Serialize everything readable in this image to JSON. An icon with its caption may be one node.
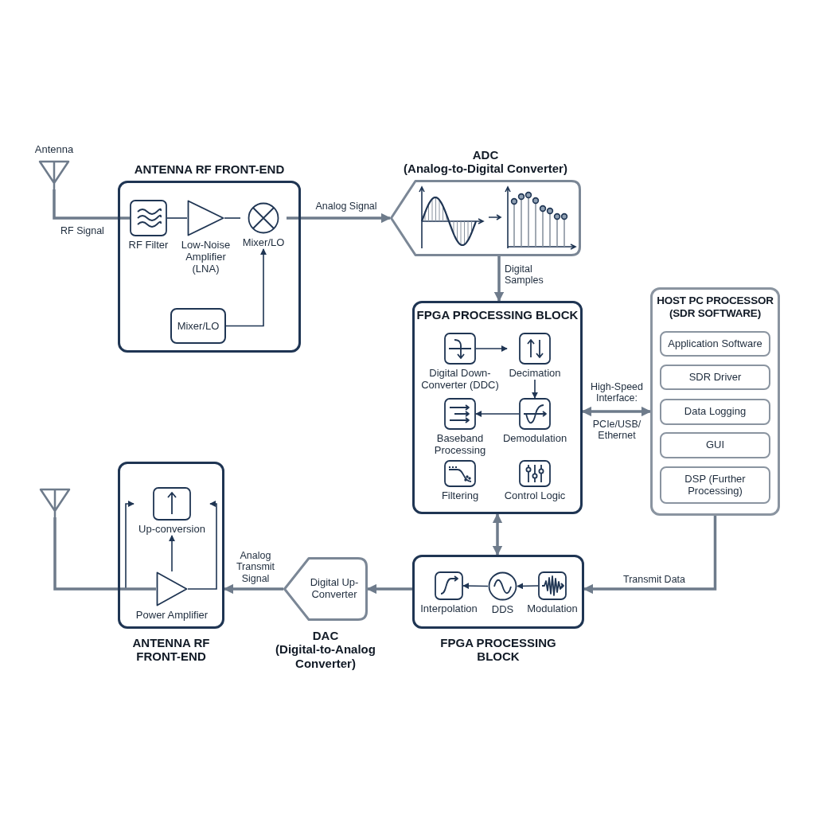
{
  "diagram": {
    "nodes": [
      {
        "text": [
          "Antenna"
        ]
      },
      {
        "text": [
          "ANTENNA RF FRONT-END"
        ]
      },
      {
        "text": [
          "RF Filter"
        ],
        "in": 1
      },
      {
        "text": [
          "Low-Noise Amplifier (LNA)"
        ],
        "in": 1
      },
      {
        "text": [
          "Mixer/LO"
        ],
        "in": 1
      },
      {
        "text": [
          "Mixer/LO"
        ],
        "in": 1
      },
      {
        "text": [
          "ADC",
          "(Analog-to-Digital Converter)"
        ]
      },
      {
        "text": [
          "FPGA PROCESSING BLOCK"
        ]
      },
      {
        "text": [
          "Digital Down-Converter (DDC)"
        ],
        "in": 7
      },
      {
        "text": [
          "Decimation"
        ],
        "in": 7
      },
      {
        "text": [
          "Baseband Processing"
        ],
        "in": 7
      },
      {
        "text": [
          "Demodulation"
        ],
        "in": 7
      },
      {
        "text": [
          "Filtering"
        ],
        "in": 7
      },
      {
        "text": [
          "Control Logic"
        ],
        "in": 7
      },
      {
        "text": [
          "HOST PC PROCESSOR",
          "(SDR SOFTWARE)"
        ]
      },
      {
        "text": [
          "Application Software"
        ],
        "in": 14
      },
      {
        "text": [
          "SDR Driver"
        ],
        "in": 14
      },
      {
        "text": [
          "Data Logging"
        ],
        "in": 14
      },
      {
        "text": [
          "GUI"
        ],
        "in": 14
      },
      {
        "text": [
          "DSP (Further Processing)"
        ],
        "in": 14
      },
      {
        "text": [
          "FPGA PROCESSING BLOCK"
        ]
      },
      {
        "text": [
          "Interpolation"
        ],
        "in": 20
      },
      {
        "text": [
          "DDS"
        ],
        "in": 20
      },
      {
        "text": [
          "Modulation"
        ],
        "in": 20
      },
      {
        "text": [
          "Digital Up-Converter",
          "DAC",
          "(Digital-to-Analog Converter)"
        ]
      },
      {
        "text": [
          "ANTENNA RF FRONT-END"
        ]
      },
      {
        "text": [
          "Up-conversion"
        ],
        "in": 25
      },
      {
        "text": [
          "Power Amplifier"
        ],
        "in": 25
      },
      {
        "text": [],
        "shape": "antenna"
      }
    ],
    "edges": [
      {
        "from": 0,
        "to": 2,
        "arrow": "none",
        "label": "RF Signal",
        "style": "thick",
        "color": "#6e7b8b"
      },
      {
        "from": 2,
        "to": 3,
        "arrow": "none"
      },
      {
        "from": 3,
        "to": 4,
        "arrow": "none"
      },
      {
        "from": 5,
        "to": 4,
        "arrow": "to"
      },
      {
        "from": 4,
        "to": 6,
        "arrow": "to",
        "label": "Analog Signal",
        "style": "thick",
        "color": "#6e7b8b"
      },
      {
        "from": 6,
        "to": 7,
        "arrow": "to",
        "label": "Digital Samples",
        "style": "thick",
        "color": "#6e7b8b"
      },
      {
        "from": 8,
        "to": 9,
        "arrow": "to"
      },
      {
        "from": 9,
        "to": 11,
        "arrow": "to"
      },
      {
        "from": 11,
        "to": 10,
        "arrow": "to"
      },
      {
        "from": 7,
        "to": 14,
        "arrow": "both",
        "label": "High-Speed Interface:",
        "style": "thick",
        "color": "#6e7b8b"
      },
      {
        "from": 7,
        "to": 20,
        "arrow": "both",
        "style": "thick",
        "color": "#6e7b8b"
      },
      {
        "from": 14,
        "to": 20,
        "arrow": "to",
        "label": "Transmit Data",
        "style": "thick",
        "color": "#6e7b8b"
      },
      {
        "from": 23,
        "to": 22,
        "arrow": "to"
      },
      {
        "from": 22,
        "to": 21,
        "arrow": "to"
      },
      {
        "from": 20,
        "to": 24,
        "arrow": "to",
        "style": "thick",
        "color": "#6e7b8b"
      },
      {
        "from": 24,
        "to": 25,
        "arrow": "to",
        "label": "Analog Transmit Signal",
        "style": "thick",
        "color": "#6e7b8b"
      },
      {
        "from": 27,
        "to": 26,
        "arrow": "to"
      },
      {
        "from": 27,
        "to": 26,
        "arrow": "to"
      },
      {
        "from": 27,
        "to": 26,
        "arrow": "to"
      },
      {
        "from": 27,
        "to": 28,
        "arrow": "none",
        "style": "thick",
        "color": "#6e7b8b"
      }
    ],
    "labels": [
      "PCIe/USB/ Ethernet"
    ]
  }
}
